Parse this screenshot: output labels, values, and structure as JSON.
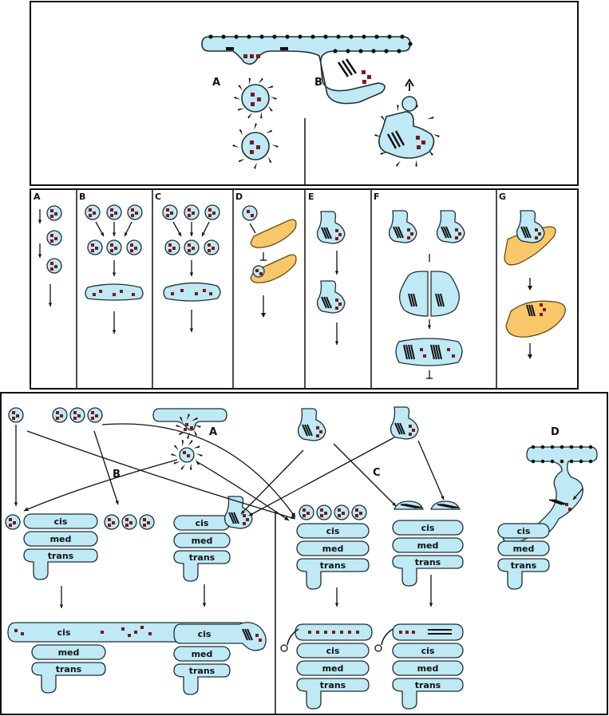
{
  "colors": {
    "membrane": "#bfe9f4",
    "cargo": "#7a1a1a",
    "coat": "#111111",
    "vtc": "#f7c76a",
    "outline": "#1f2f36"
  },
  "top_panel": {
    "label_a": "A",
    "label_b": "B"
  },
  "middle_panels": [
    {
      "label": "A"
    },
    {
      "label": "B"
    },
    {
      "label": "C"
    },
    {
      "label": "D"
    },
    {
      "label": "E"
    },
    {
      "label": "F"
    },
    {
      "label": "G"
    }
  ],
  "bottom_panel": {
    "label_a": "A",
    "label_b": "B",
    "label_c": "C",
    "label_d": "D",
    "cisternae": {
      "cis": "cis",
      "med": "med",
      "trans": "trans"
    }
  }
}
